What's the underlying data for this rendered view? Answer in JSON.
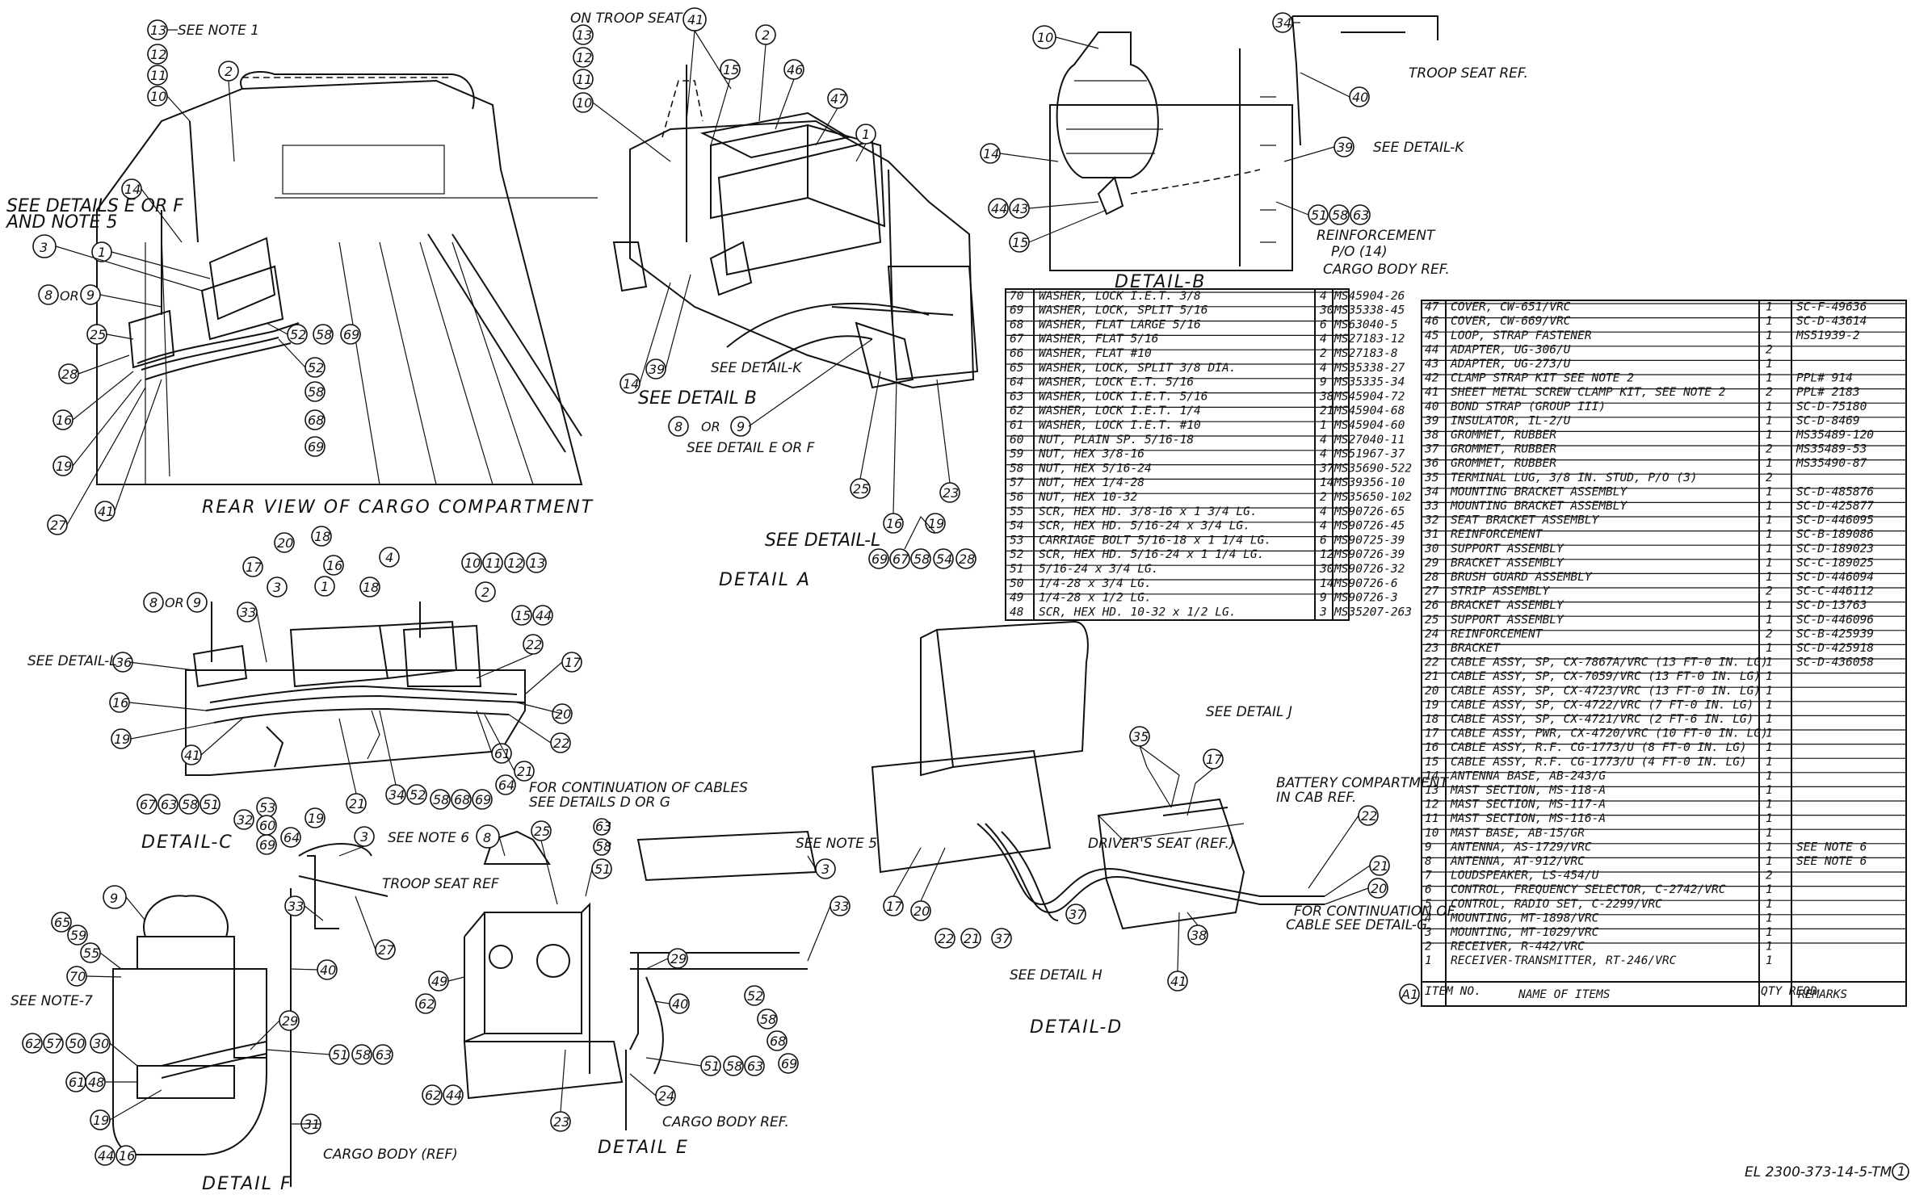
{
  "captions": {
    "rear_view": "REAR VIEW OF CARGO COMPARTMENT",
    "detail_a": "DETAIL A",
    "detail_b": "DETAIL-B",
    "detail_c": "DETAIL-C",
    "detail_d": "DETAIL-D",
    "detail_e": "DETAIL E",
    "detail_f": "DETAIL F",
    "figure_id": "EL 2300-373-14-5-TM-1"
  },
  "notes": {
    "see_note_1": "SEE NOTE 1",
    "see_details_ef": "SEE DETAILS E OR F",
    "and_note_5": "AND NOTE 5",
    "on_troop_seat": "ON TROOP SEAT",
    "see_detail_b": "SEE DETAIL B",
    "see_detail_k": "SEE DETAIL-K",
    "see_detail_k2": "SEE DETAIL-K",
    "see_detail_ef2": "SEE DETAIL E OR F",
    "see_detail_l": "SEE DETAIL-L",
    "see_detail_l2": "SEE DETAIL-L",
    "troop_seat_ref": "TROOP SEAT REF.",
    "reinforcement": "REINFORCEMENT",
    "p_o_14": "P/O (14)",
    "cargo_body_ref": "CARGO BODY REF.",
    "drivers_seat": "DRIVER'S SEAT (REF.)",
    "see_detail_j": "SEE DETAIL J",
    "battery_compartment": "BATTERY COMPARTMENT",
    "in_cab_ref": "IN CAB REF.",
    "continuation_g": "FOR CONTINUATION OF",
    "continuation_g2": "CABLE SEE DETAIL-G",
    "see_detail_h": "SEE DETAIL H",
    "continuation_c": "FOR CONTINUATION OF CABLES",
    "continuation_c2": "SEE DETAILS D OR G",
    "see_note_6": "SEE NOTE 6",
    "see_note_5": "SEE NOTE 5",
    "troop_seat_ref2": "TROOP SEAT REF",
    "see_note_7": "SEE NOTE-7",
    "cargo_body_ref2": "CARGO BODY (REF)",
    "cargo_body_ref3": "CARGO BODY REF."
  },
  "table_left": [
    [
      "70",
      "WASHER, LOCK I.E.T. 3/8",
      "4",
      "MS45904-26"
    ],
    [
      "69",
      "WASHER, LOCK, SPLIT 5/16",
      "30",
      "MS35338-45"
    ],
    [
      "68",
      "WASHER, FLAT LARGE 5/16",
      "6",
      "MS63040-5"
    ],
    [
      "67",
      "WASHER, FLAT 5/16",
      "4",
      "MS27183-12"
    ],
    [
      "66",
      "WASHER, FLAT #10",
      "2",
      "MS27183-8"
    ],
    [
      "65",
      "WASHER, LOCK, SPLIT 3/8 DIA.",
      "4",
      "MS35338-27"
    ],
    [
      "64",
      "WASHER, LOCK E.T. 5/16",
      "9",
      "MS35335-34"
    ],
    [
      "63",
      "WASHER, LOCK I.E.T. 5/16",
      "38",
      "MS45904-72"
    ],
    [
      "62",
      "WASHER, LOCK I.E.T. 1/4",
      "21",
      "MS45904-68"
    ],
    [
      "61",
      "WASHER, LOCK I.E.T. #10",
      "1",
      "MS45904-60"
    ],
    [
      "60",
      "NUT, PLAIN SP. 5/16-18",
      "4",
      "MS27040-11"
    ],
    [
      "59",
      "NUT, HEX 3/8-16",
      "4",
      "MS51967-37"
    ],
    [
      "58",
      "NUT, HEX 5/16-24",
      "37",
      "MS35690-522"
    ],
    [
      "57",
      "NUT, HEX 1/4-28",
      "14",
      "MS39356-10"
    ],
    [
      "56",
      "NUT, HEX 10-32",
      "2",
      "MS35650-102"
    ],
    [
      "55",
      "SCR, HEX HD. 3/8-16 x 1 3/4 LG.",
      "4",
      "MS90726-65"
    ],
    [
      "54",
      "SCR, HEX HD. 5/16-24 x 3/4 LG.",
      "4",
      "MS90726-45"
    ],
    [
      "53",
      "CARRIAGE BOLT 5/16-18 x 1 1/4 LG.",
      "6",
      "MS90725-39"
    ],
    [
      "52",
      "SCR, HEX HD. 5/16-24 x 1 1/4 LG.",
      "12",
      "MS90726-39"
    ],
    [
      "51",
      "5/16-24 x 3/4 LG.",
      "30",
      "MS90726-32"
    ],
    [
      "50",
      "1/4-28 x 3/4 LG.",
      "14",
      "MS90726-6"
    ],
    [
      "49",
      "1/4-28 x 1/2 LG.",
      "9",
      "MS90726-3"
    ],
    [
      "48",
      "SCR, HEX HD. 10-32 x 1/2 LG.",
      "3",
      "MS35207-263"
    ]
  ],
  "table_right": [
    [
      "47",
      "COVER, CW-651/VRC",
      "1",
      "SC-F-49636"
    ],
    [
      "46",
      "COVER, CW-669/VRC",
      "1",
      "SC-D-43614"
    ],
    [
      "45",
      "LOOP, STRAP FASTENER",
      "1",
      "MS51939-2"
    ],
    [
      "44",
      "ADAPTER, UG-306/U",
      "2",
      ""
    ],
    [
      "43",
      "ADAPTER, UG-273/U",
      "1",
      ""
    ],
    [
      "42",
      "CLAMP STRAP KIT    SEE NOTE 2",
      "1",
      "PPL# 914"
    ],
    [
      "41",
      "SHEET METAL SCREW CLAMP KIT, SEE NOTE 2",
      "2",
      "PPL# 2183"
    ],
    [
      "40",
      "BOND STRAP (GROUP III)",
      "1",
      "SC-D-75180"
    ],
    [
      "39",
      "INSULATOR, IL-2/U",
      "1",
      "SC-D-8469"
    ],
    [
      "38",
      "GROMMET, RUBBER",
      "1",
      "MS35489-120"
    ],
    [
      "37",
      "GROMMET, RUBBER",
      "2",
      "MS35489-53"
    ],
    [
      "36",
      "GROMMET, RUBBER",
      "1",
      "MS35490-87"
    ],
    [
      "35",
      "TERMINAL LUG, 3/8 IN. STUD, P/O (3)",
      "2",
      ""
    ],
    [
      "34",
      "MOUNTING BRACKET ASSEMBLY",
      "1",
      "SC-D-485876"
    ],
    [
      "33",
      "MOUNTING BRACKET ASSEMBLY",
      "1",
      "SC-D-425877"
    ],
    [
      "32",
      "SEAT BRACKET ASSEMBLY",
      "1",
      "SC-D-446095"
    ],
    [
      "31",
      "REINFORCEMENT",
      "1",
      "SC-B-189086"
    ],
    [
      "30",
      "SUPPORT ASSEMBLY",
      "1",
      "SC-D-189023"
    ],
    [
      "29",
      "BRACKET ASSEMBLY",
      "1",
      "SC-C-189025"
    ],
    [
      "28",
      "BRUSH GUARD ASSEMBLY",
      "1",
      "SC-D-446094"
    ],
    [
      "27",
      "STRIP ASSEMBLY",
      "2",
      "SC-C-446112"
    ],
    [
      "26",
      "BRACKET ASSEMBLY",
      "1",
      "SC-D-13763"
    ],
    [
      "25",
      "SUPPORT ASSEMBLY",
      "1",
      "SC-D-446096"
    ],
    [
      "24",
      "REINFORCEMENT",
      "2",
      "SC-B-425939"
    ],
    [
      "23",
      "BRACKET",
      "1",
      "SC-D-425918"
    ],
    [
      "22",
      "CABLE ASSY, SP, CX-7867A/VRC (13 FT-0 IN. LG)",
      "1",
      "SC-D-436058"
    ],
    [
      "21",
      "CABLE ASSY, SP, CX-7059/VRC (13 FT-0 IN. LG)",
      "1",
      ""
    ],
    [
      "20",
      "CABLE ASSY, SP, CX-4723/VRC (13 FT-0 IN. LG)",
      "1",
      ""
    ],
    [
      "19",
      "CABLE ASSY, SP, CX-4722/VRC (7 FT-0 IN. LG)",
      "1",
      ""
    ],
    [
      "18",
      "CABLE ASSY, SP, CX-4721/VRC (2 FT-6 IN. LG)",
      "1",
      ""
    ],
    [
      "17",
      "CABLE ASSY, PWR, CX-4720/VRC (10 FT-0 IN. LG)",
      "1",
      ""
    ],
    [
      "16",
      "CABLE ASSY, R.F. CG-1773/U (8 FT-0 IN. LG)",
      "1",
      ""
    ],
    [
      "15",
      "CABLE ASSY, R.F. CG-1773/U (4 FT-0 IN. LG)",
      "1",
      ""
    ],
    [
      "14",
      "ANTENNA BASE, AB-243/G",
      "1",
      ""
    ],
    [
      "13",
      "MAST SECTION, MS-118-A",
      "1",
      ""
    ],
    [
      "12",
      "MAST SECTION, MS-117-A",
      "1",
      ""
    ],
    [
      "11",
      "MAST SECTION, MS-116-A",
      "1",
      ""
    ],
    [
      "10",
      "MAST BASE, AB-15/GR",
      "1",
      ""
    ],
    [
      "9",
      "ANTENNA, AS-1729/VRC",
      "1",
      "SEE NOTE 6"
    ],
    [
      "8",
      "ANTENNA, AT-912/VRC",
      "1",
      "SEE NOTE 6"
    ],
    [
      "7",
      "LOUDSPEAKER, LS-454/U",
      "2",
      ""
    ],
    [
      "6",
      "CONTROL, FREQUENCY SELECTOR, C-2742/VRC",
      "1",
      ""
    ],
    [
      "5",
      "CONTROL, RADIO SET, C-2299/VRC",
      "1",
      ""
    ],
    [
      "4",
      "MOUNTING, MT-1898/VRC",
      "1",
      ""
    ],
    [
      "3",
      "MOUNTING, MT-1029/VRC",
      "1",
      ""
    ],
    [
      "2",
      "RECEIVER, R-442/VRC",
      "1",
      ""
    ],
    [
      "1",
      "RECEIVER-TRANSMITTER, RT-246/VRC",
      "1",
      ""
    ]
  ],
  "table_header": {
    "item_no": "ITEM NO.",
    "name": "NAME OF ITEMS",
    "qty": "QTY REQD",
    "remarks": "REMARKS",
    "marker": "A1"
  },
  "callouts_rear": [
    "13",
    "12",
    "11",
    "10",
    "2",
    "14",
    "1",
    "3",
    "8 OR 9",
    "25",
    "28",
    "16",
    "19",
    "27",
    "41",
    "52",
    "58",
    "69",
    "52",
    "58",
    "68",
    "69"
  ],
  "callouts_a": [
    "41",
    "13",
    "12",
    "11",
    "10",
    "15",
    "2",
    "46",
    "47",
    "1",
    "39",
    "14",
    "8",
    "9",
    "25",
    "16",
    "19",
    "23",
    "69",
    "67",
    "58",
    "54",
    "28"
  ],
  "callouts_b": [
    "10",
    "34",
    "40",
    "39",
    "14",
    "44",
    "43",
    "15",
    "51",
    "58",
    "63"
  ],
  "callouts_c": [
    "20",
    "18",
    "17",
    "3",
    "16",
    "1",
    "18",
    "4",
    "10",
    "11",
    "12",
    "13",
    "8 OR 9",
    "2",
    "15",
    "44",
    "33",
    "22",
    "17",
    "36",
    "16",
    "20",
    "19",
    "22",
    "41",
    "61",
    "21",
    "67",
    "63",
    "58",
    "51",
    "32",
    "53",
    "60",
    "69",
    "64",
    "19",
    "21",
    "34",
    "52",
    "58",
    "68",
    "69"
  ],
  "callouts_d": [
    "35",
    "17",
    "22",
    "21",
    "20",
    "17",
    "20",
    "22",
    "21",
    "37",
    "37",
    "41",
    "38"
  ],
  "callouts_e": [
    "8",
    "25",
    "63",
    "58",
    "51",
    "3",
    "33",
    "49",
    "62",
    "29",
    "40",
    "52",
    "58",
    "68",
    "69",
    "51",
    "58",
    "63",
    "62",
    "44",
    "24",
    "23"
  ],
  "callouts_f": [
    "3",
    "9",
    "33",
    "65",
    "59",
    "55",
    "27",
    "70",
    "40",
    "62",
    "57",
    "50",
    "30",
    "29",
    "51",
    "58",
    "63",
    "61",
    "48",
    "19",
    "44",
    "16",
    "31"
  ]
}
